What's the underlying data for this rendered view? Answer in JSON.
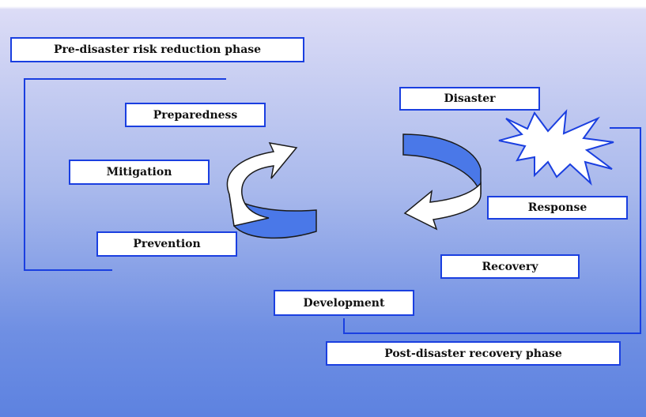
{
  "diagram": {
    "pre_phase_label": "Pre-disaster risk reduction phase",
    "post_phase_label": "Post-disaster recovery phase",
    "stages": {
      "preparedness": "Preparedness",
      "mitigation": "Mitigation",
      "prevention": "Prevention",
      "disaster": "Disaster",
      "response": "Response",
      "recovery": "Recovery",
      "development": "Development"
    },
    "colors": {
      "box_border": "#1a3fe0",
      "arrow_fill": "#4a78e8",
      "arrow_outline": "#1a1a1a"
    },
    "icons": {
      "left_arrow": "curved-cycle-arrow-icon",
      "right_arrow": "curved-cycle-arrow-icon",
      "burst": "disaster-burst-icon"
    }
  }
}
